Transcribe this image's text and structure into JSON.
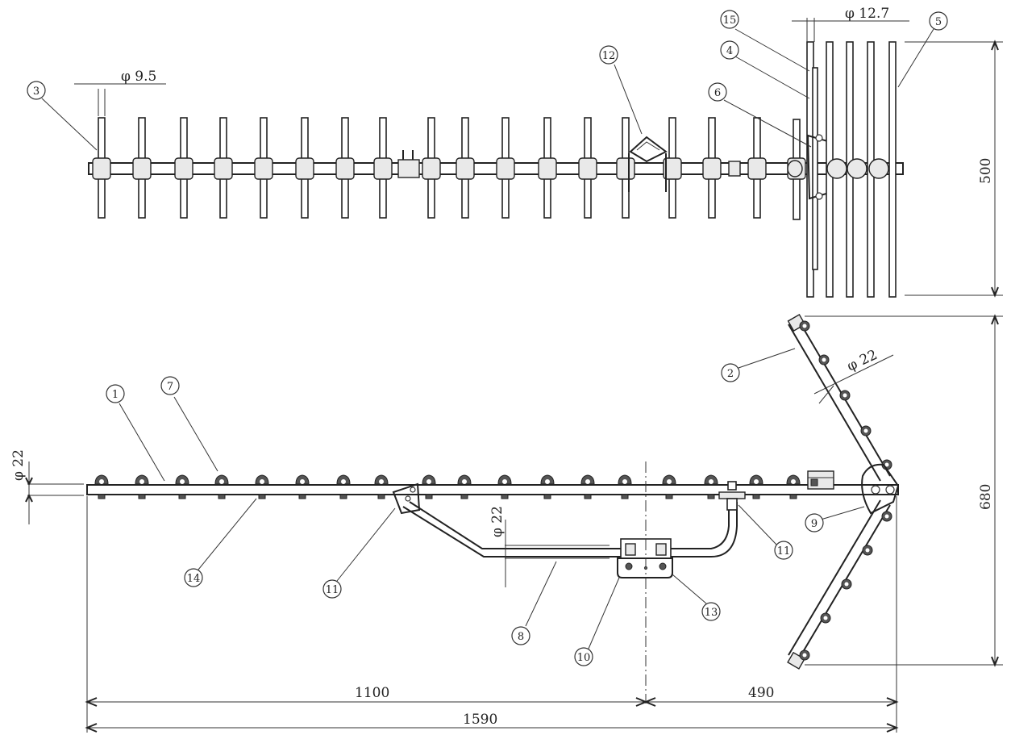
{
  "top_view": {
    "dims": {
      "element_diameter": "φ 9.5",
      "reflector_diameter": "φ 12.7",
      "height": "500"
    },
    "callouts": [
      "15",
      "4",
      "12",
      "6",
      "5",
      "3"
    ]
  },
  "side_view": {
    "dims": {
      "boom_diameter": "φ 22",
      "reflector_boom_diameter": "φ 22",
      "mast_diameter": "φ 22",
      "height": "680",
      "front_length": "1100",
      "rear_length": "490",
      "total_length": "1590"
    },
    "callouts": [
      "1",
      "7",
      "2",
      "14",
      "11",
      "9",
      "11",
      "8",
      "13",
      "10"
    ]
  }
}
